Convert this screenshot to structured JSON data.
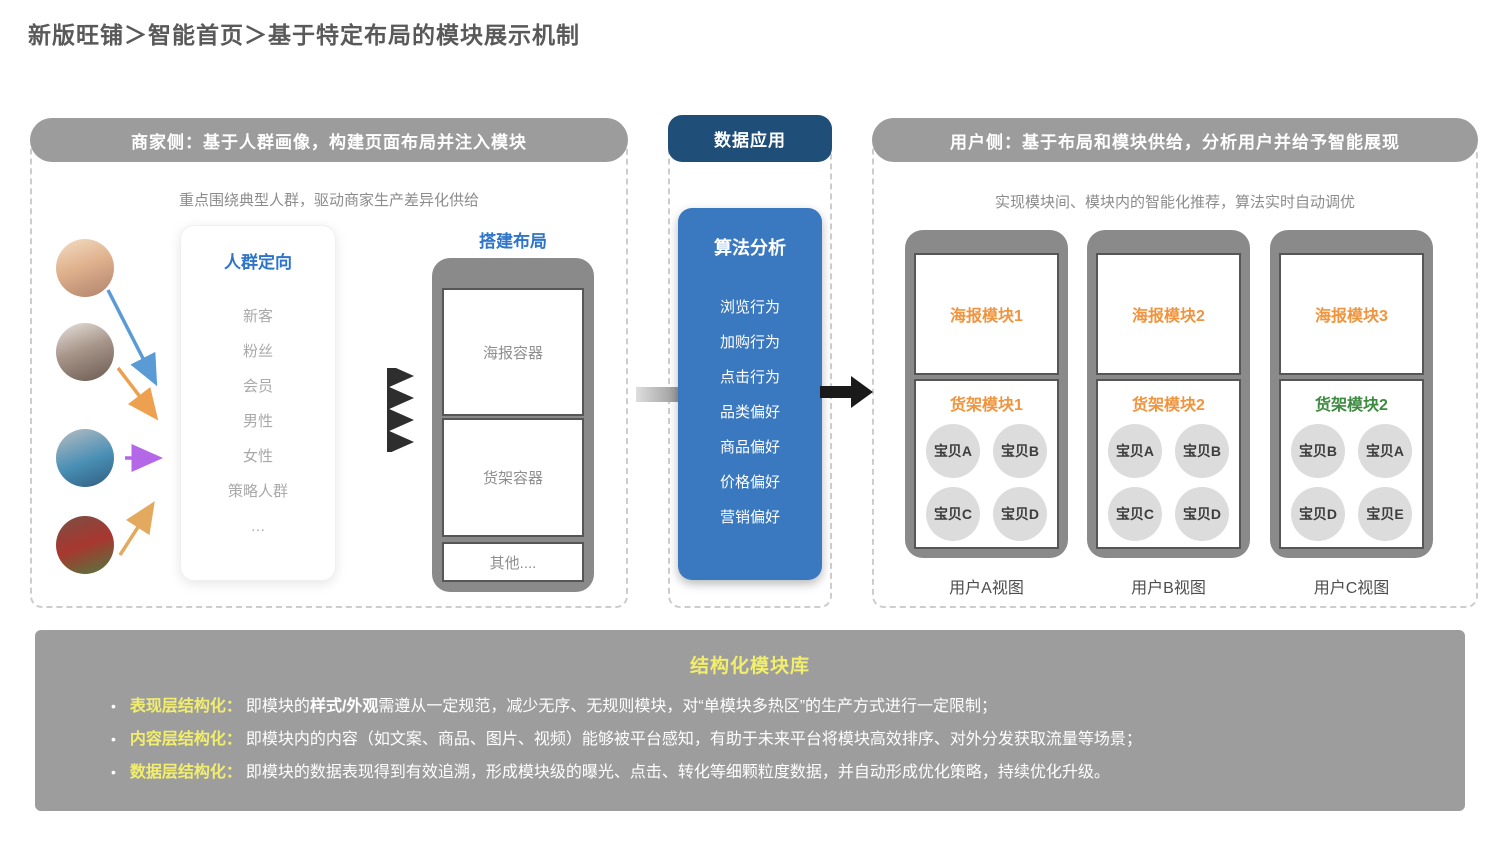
{
  "page_title": "新版旺铺＞智能首页＞基于特定布局的模块展示机制",
  "colors": {
    "panel_header_gray": "#9c9c9c",
    "data_header_navy": "#1f4e79",
    "algorithm_blue": "#3a78bf",
    "blue_title": "#2e74c8",
    "module_orange": "#f0943e",
    "module_green": "#3d8b40",
    "library_bg": "#9d9d9d",
    "highlight_yellow": "#f2ee6d"
  },
  "merchant_panel": {
    "header": "商家侧：基于人群画像，构建页面布局并注入模块",
    "subtitle": "重点围绕典型人群，驱动商家生产差异化供给",
    "avatars": [
      "runner-photo",
      "woman-bob-photo",
      "man-cap-photo",
      "sneakers-man-photo"
    ],
    "audience_card": {
      "title": "人群定向",
      "items": [
        "新客",
        "粉丝",
        "会员",
        "男性",
        "女性",
        "策略人群",
        "…"
      ]
    },
    "build_title": "搭建布局",
    "layout_phone": {
      "poster_slot": "海报容器",
      "shelf_slot": "货架容器",
      "other_slot": "其他...."
    }
  },
  "data_panel": {
    "header": "数据应用",
    "algorithm_card": {
      "title": "算法分析",
      "items": [
        "浏览行为",
        "加购行为",
        "点击行为",
        "品类偏好",
        "商品偏好",
        "价格偏好",
        "营销偏好"
      ]
    }
  },
  "user_panel": {
    "header": "用户侧：基于布局和模块供给，分析用户并给予智能展现",
    "subtitle": "实现模块间、模块内的智能化推荐，算法实时自动调优",
    "views": [
      {
        "poster": "海报模块1",
        "poster_color": "#f0943e",
        "shelf": "货架模块1",
        "shelf_color": "#f0943e",
        "products": [
          "宝贝A",
          "宝贝B",
          "宝贝C",
          "宝贝D"
        ],
        "caption": "用户A视图"
      },
      {
        "poster": "海报模块2",
        "poster_color": "#f0943e",
        "shelf": "货架模块2",
        "shelf_color": "#f0943e",
        "products": [
          "宝贝A",
          "宝贝B",
          "宝贝C",
          "宝贝D"
        ],
        "caption": "用户B视图"
      },
      {
        "poster": "海报模块3",
        "poster_color": "#f0943e",
        "shelf": "货架模块2",
        "shelf_color": "#3d8b40",
        "products": [
          "宝贝B",
          "宝贝A",
          "宝贝D",
          "宝贝E"
        ],
        "caption": "用户C视图"
      }
    ]
  },
  "library_panel": {
    "title": "结构化模块库",
    "bullets": [
      {
        "lead": "表现层结构化：",
        "t1": "即模块的",
        "b": "样式/外观",
        "t2": "需遵从一定规范，减少无序、无规则模块，对“单模块多热区”的生产方式进行一定限制；"
      },
      {
        "lead": "内容层结构化：",
        "t1": "即模块内的内容（如文案、商品、图片、视频）能够被平台感知，有助于未来平台将模块高效排序、对外分发获取流量等场景；",
        "b": "",
        "t2": ""
      },
      {
        "lead": "数据层结构化：",
        "t1": "即模块的数据表现得到有效追溯，形成模块级的曝光、点击、转化等细颗粒度数据，并自动形成优化策略，持续优化升级。",
        "b": "",
        "t2": ""
      }
    ]
  }
}
